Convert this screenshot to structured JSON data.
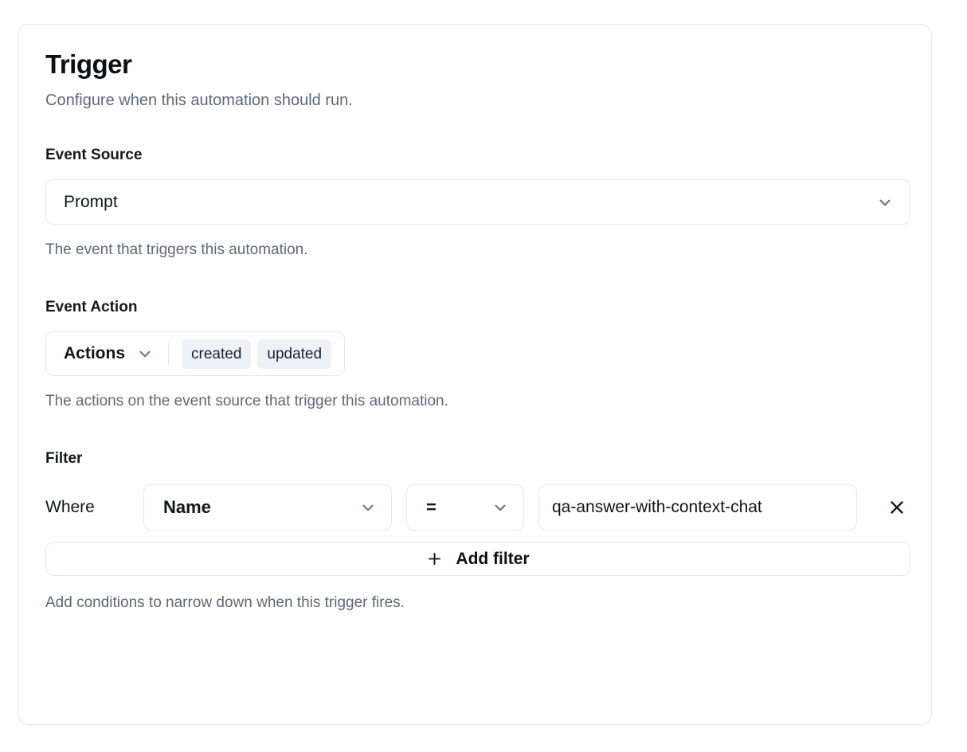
{
  "card": {
    "title": "Trigger",
    "subtitle": "Configure when this automation should run."
  },
  "event_source": {
    "label": "Event Source",
    "selected": "Prompt",
    "hint": "The event that triggers this automation.",
    "chevron_icon": "chevron-down-icon"
  },
  "event_action": {
    "label": "Event Action",
    "trigger_label": "Actions",
    "chips": [
      {
        "label": "created"
      },
      {
        "label": "updated"
      }
    ],
    "hint": "The actions on the event source that trigger this automation.",
    "chevron_icon": "chevron-down-icon"
  },
  "filter": {
    "label": "Filter",
    "where_label": "Where",
    "rows": [
      {
        "field": "Name",
        "operator": "=",
        "value": "qa-answer-with-context-chat",
        "value_placeholder": "Value",
        "remove_icon": "close-icon"
      }
    ],
    "add_filter_label": "Add filter",
    "add_filter_icon": "plus-icon",
    "hint": "Add conditions to narrow down when this trigger fires."
  },
  "colors": {
    "page_background": "#ffffff",
    "card_border": "#e6e8ee",
    "text_primary": "#0d1117",
    "text_muted": "#5d6878",
    "chip_background": "#eef1f7",
    "icon_muted": "#646e7e"
  }
}
